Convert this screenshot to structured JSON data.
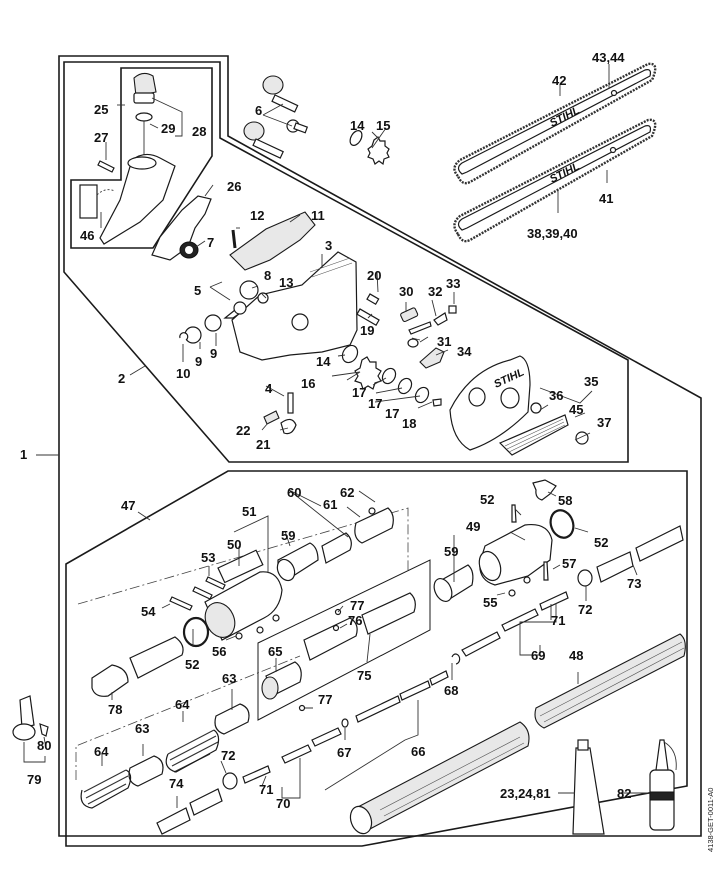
{
  "diagram": {
    "title": "Exploded parts view – pole pruner gear head, chain, bar and shaft",
    "brand": "STIHL",
    "document_id": "4138-GET-0011-A0",
    "callouts": {
      "c1": "1",
      "c2": "2",
      "c3": "3",
      "c4": "4",
      "c5": "5",
      "c6": "6",
      "c7": "7",
      "c8": "8",
      "c9a": "9",
      "c9b": "9",
      "c10": "10",
      "c11": "11",
      "c12": "12",
      "c13": "13",
      "c14a": "14",
      "c14b": "14",
      "c15": "15",
      "c16": "16",
      "c17a": "17",
      "c17b": "17",
      "c17c": "17",
      "c18": "18",
      "c19": "19",
      "c20": "20",
      "c21": "21",
      "c22": "22",
      "c23_24_81": "23,24,81",
      "c25": "25",
      "c26": "26",
      "c27": "27",
      "c28": "28",
      "c29": "29",
      "c30": "30",
      "c31": "31",
      "c32": "32",
      "c33": "33",
      "c34": "34",
      "c35": "35",
      "c36": "36",
      "c37": "37",
      "c38_39_40": "38,39,40",
      "c41": "41",
      "c42": "42",
      "c43_44": "43,44",
      "c45": "45",
      "c46": "46",
      "c47": "47",
      "c48": "48",
      "c49": "49",
      "c50": "50",
      "c51": "51",
      "c52a": "52",
      "c52b": "52",
      "c52c": "52",
      "c53": "53",
      "c54": "54",
      "c55": "55",
      "c56": "56",
      "c57": "57",
      "c58": "58",
      "c59a": "59",
      "c59b": "59",
      "c60": "60",
      "c61": "61",
      "c62": "62",
      "c63a": "63",
      "c63b": "63",
      "c64a": "64",
      "c64b": "64",
      "c65": "65",
      "c66": "66",
      "c67": "67",
      "c68": "68",
      "c69": "69",
      "c70": "70",
      "c71a": "71",
      "c71b": "71",
      "c72a": "72",
      "c72b": "72",
      "c73": "73",
      "c74": "74",
      "c75": "75",
      "c76": "76",
      "c77a": "77",
      "c77b": "77",
      "c78": "78",
      "c79": "79",
      "c80": "80",
      "c82": "82"
    }
  }
}
